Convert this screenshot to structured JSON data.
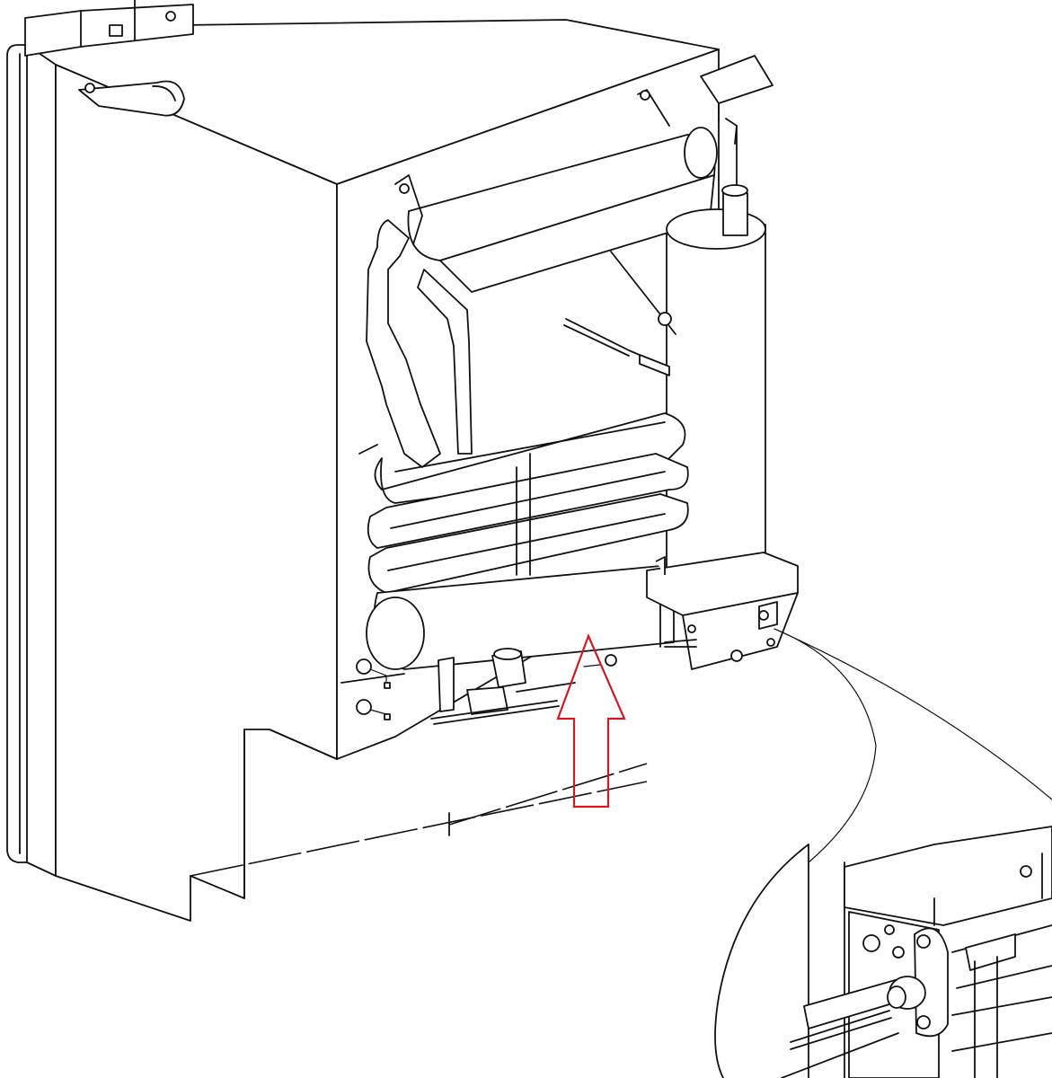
{
  "diagram": {
    "subject": "absorption-refrigerator-cooling-unit-rear-view",
    "highlight": {
      "marker": "arrow-up",
      "color": "#c81e28",
      "points_to": "gas-valve-and-burner-assembly"
    },
    "detail_inset": {
      "shape": "magnifier-circle",
      "shows": "burner-and-thermocouple-closeup"
    },
    "line_color": "#111111",
    "background": "#ffffff"
  }
}
